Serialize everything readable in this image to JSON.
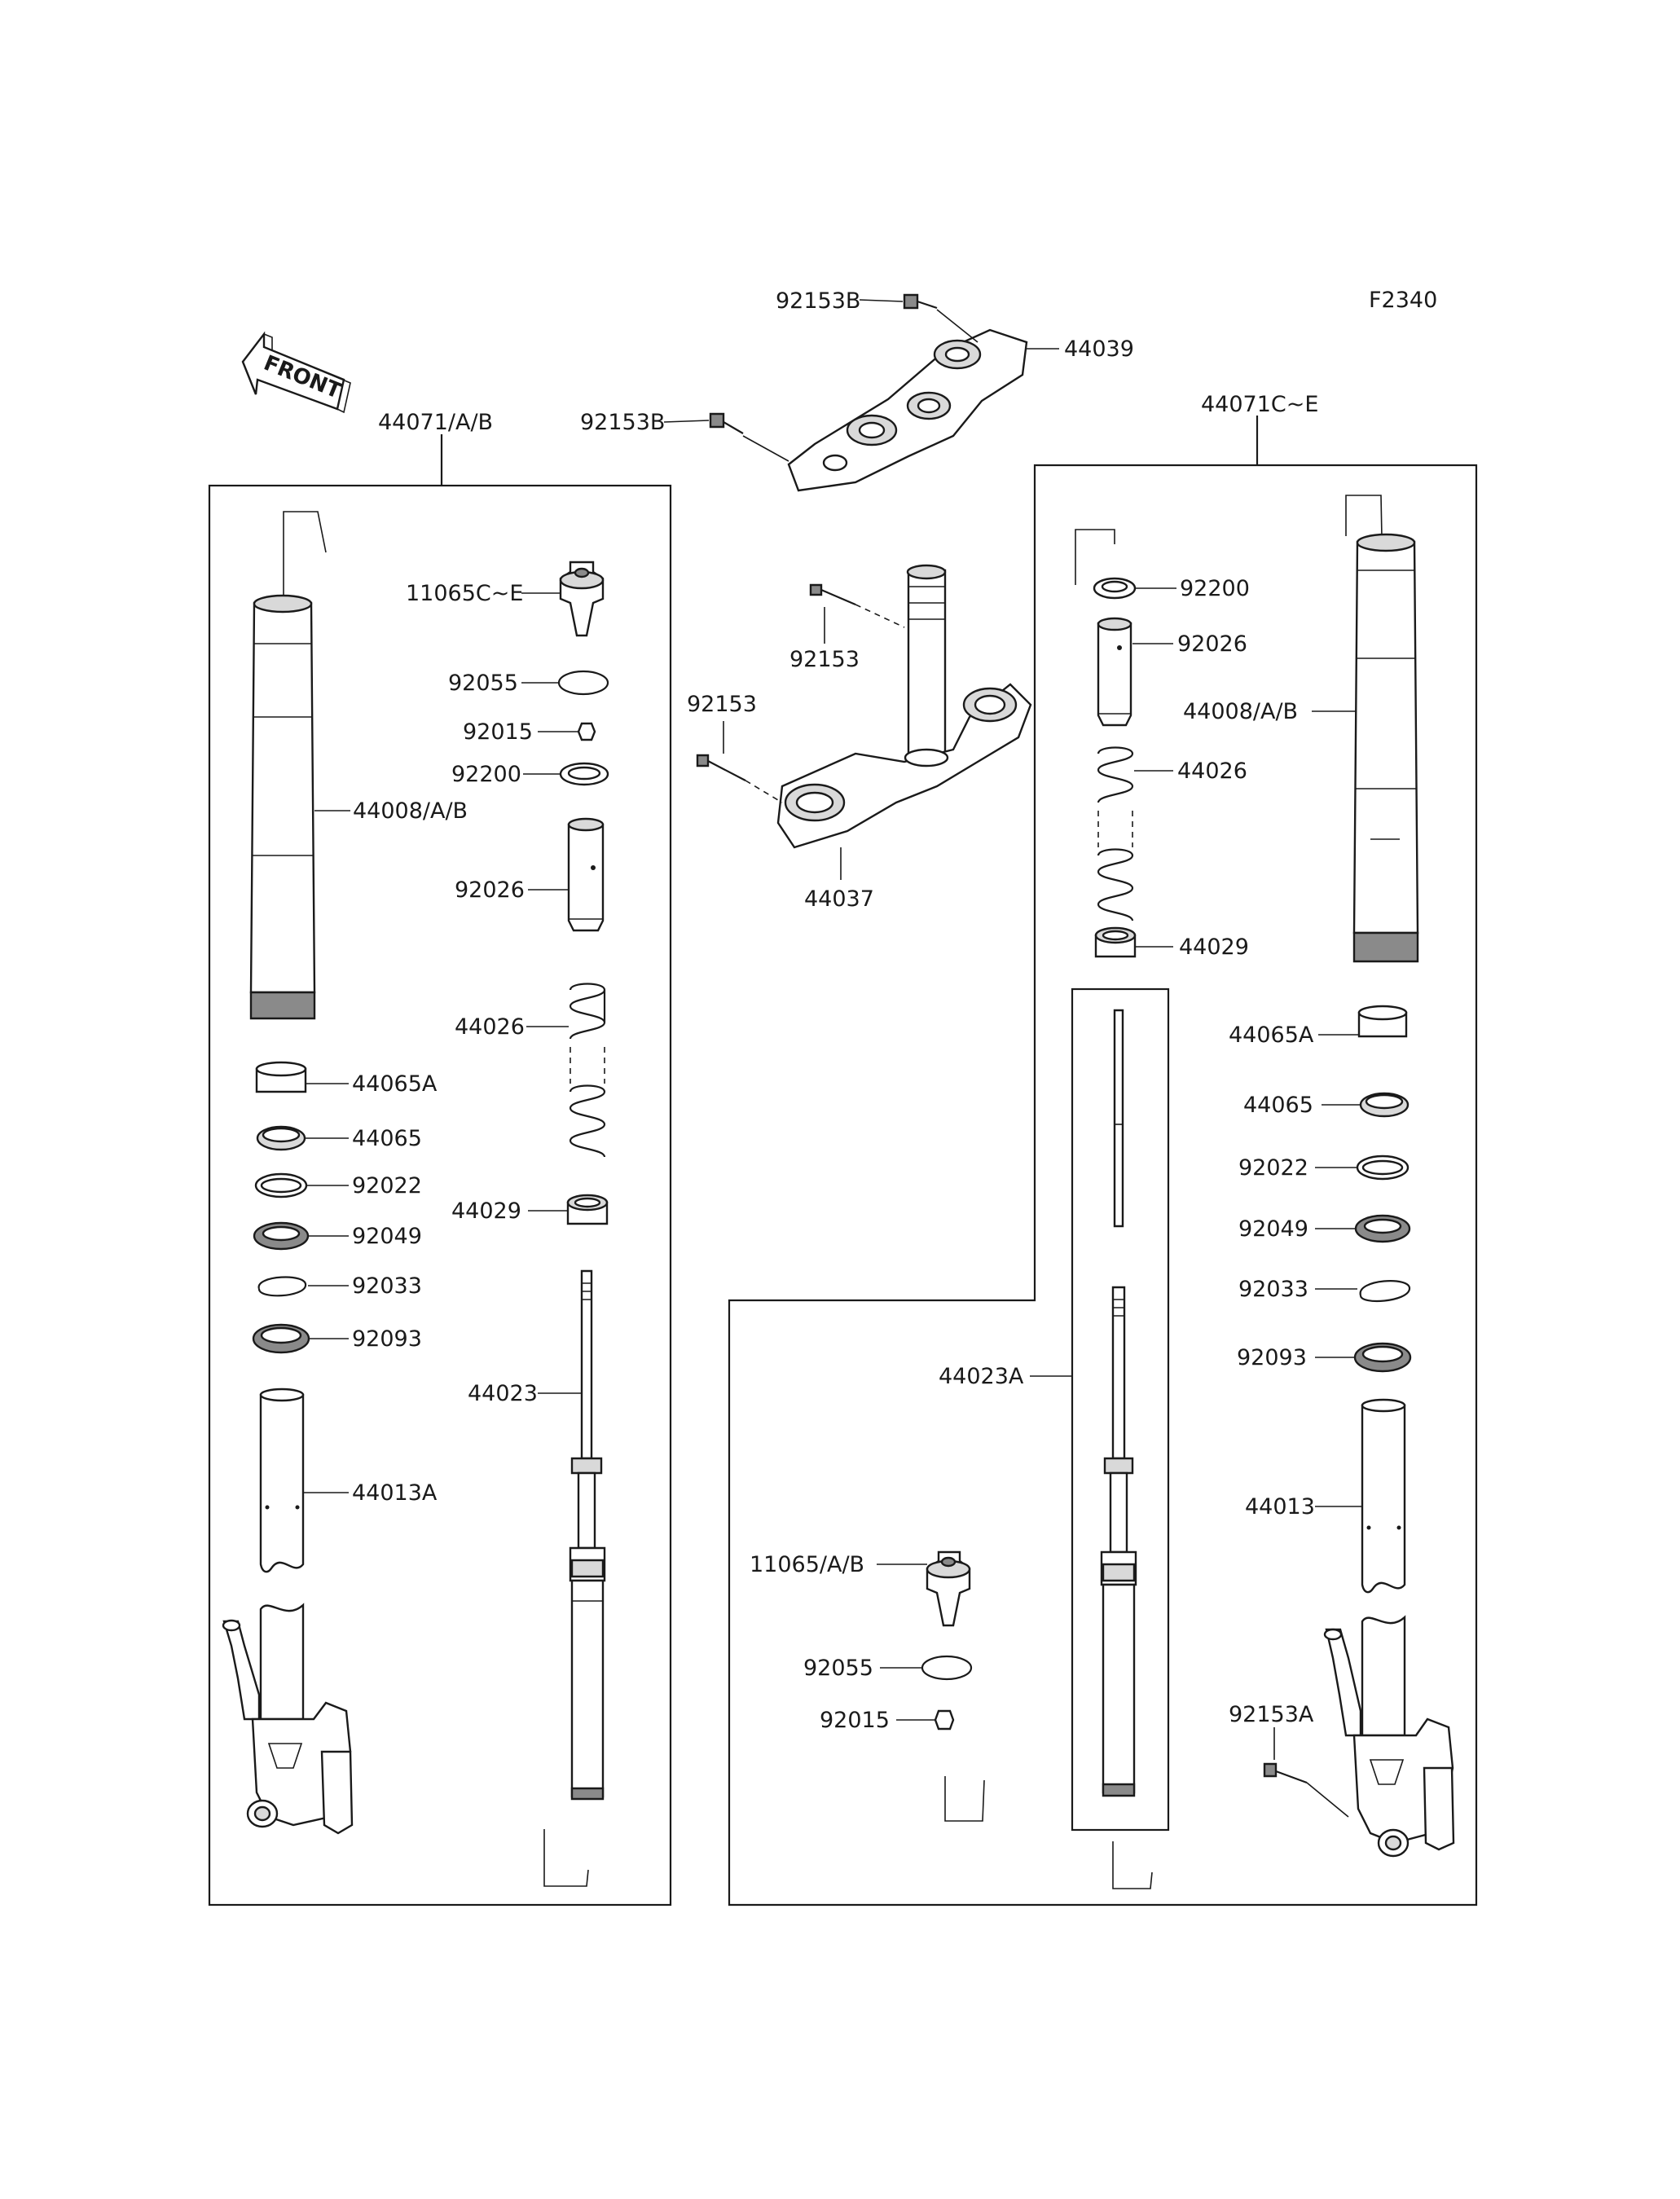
{
  "figure_code": "F2340",
  "front_label": "FRONT",
  "groups": {
    "left_fork_assy": "44071/A/B",
    "right_fork_assy": "44071C~E"
  },
  "labels": {
    "top_bracket_bolt_top": "92153B",
    "top_bracket": "44039",
    "top_bracket_bolt_left": "92153B",
    "stem_bolt_upper": "92153",
    "stem_bolt_left": "92153",
    "stem_bracket": "44037",
    "l_cap_bolt": "11065C~E",
    "l_oring": "92055",
    "l_nut": "92015",
    "l_washer": "92200",
    "l_spacer": "92026",
    "l_spring": "44026",
    "l_spring_guide": "44029",
    "l_damper_rod": "44023",
    "l_outer_tube": "44008/A/B",
    "l_bushing_a": "44065A",
    "l_bushing": "44065",
    "l_washer_2": "92022",
    "l_oil_seal": "92049",
    "l_circlip": "92033",
    "l_dust_seal": "92093",
    "l_inner_tube": "44013A",
    "r_washer": "92200",
    "r_spacer": "92026",
    "r_outer_tube": "44008/A/B",
    "r_spring": "44026",
    "r_spring_guide": "44029",
    "r_bushing_a": "44065A",
    "r_bushing": "44065",
    "r_washer_2": "92022",
    "r_oil_seal": "92049",
    "r_circlip": "92033",
    "r_dust_seal": "92093",
    "r_damper_rod": "44023A",
    "r_inner_tube": "44013",
    "r_cap_bolt": "11065/A/B",
    "r_oring": "92055",
    "r_nut": "92015",
    "r_axle_bolt": "92153A"
  }
}
